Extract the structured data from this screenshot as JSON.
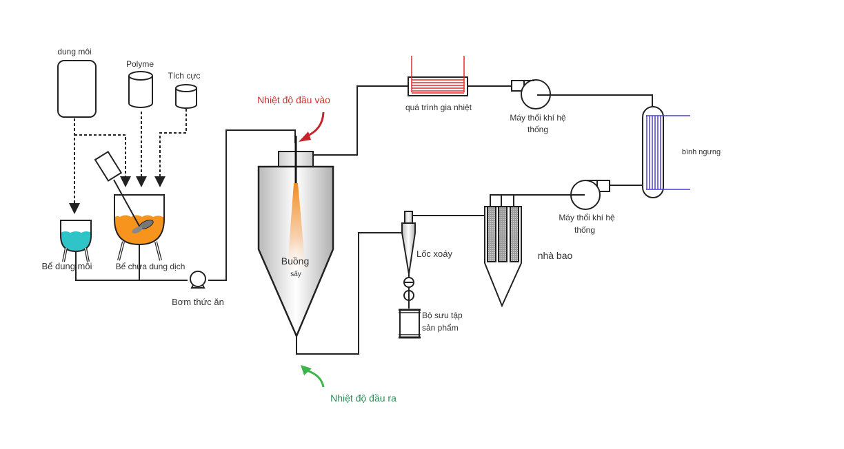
{
  "diagram": {
    "type": "process-flow",
    "title": "",
    "colors": {
      "line": "#222222",
      "solvent_liquid": "#2ec4c8",
      "solution_liquid": "#f7941d",
      "heater": "#e8262b",
      "condenser": "#4a3fd1",
      "inlet_label": "#d22d2d",
      "outlet_label": "#2e8b57",
      "outlet_arrow": "#3cb54a"
    },
    "labels": {
      "solvent_source": "dung môi",
      "polymer": "Polyme",
      "active": "Tích cực",
      "solvent_tank": "Bể dung môi",
      "solution_tank": "Bể chứa dung dịch",
      "feed_pump": "Bơm thức ăn",
      "inlet_temp": "Nhiệt độ đầu vào",
      "chamber_line1": "Buồng",
      "chamber_line2": "sấy",
      "outlet_temp": "Nhiệt độ đầu ra",
      "heating": "quá trình gia nhiệt",
      "blower_top_line1": "Máy thổi khí hệ",
      "blower_top_line2": "thống",
      "condenser": "bình ngưng",
      "blower_bottom_line1": "Máy thổi khí hệ",
      "blower_bottom_line2": "thống",
      "cyclone": "Lốc xoáy",
      "collector_line1": "Bộ sưu tập",
      "collector_line2": "sản phẩm",
      "baghouse": "nhà bao"
    },
    "nodes": [
      {
        "id": "solvent_source",
        "label": "dung môi"
      },
      {
        "id": "polymer",
        "label": "Polyme"
      },
      {
        "id": "active",
        "label": "Tích cực"
      },
      {
        "id": "solvent_tank",
        "label": "Bể dung môi"
      },
      {
        "id": "solution_tank",
        "label": "Bể chứa dung dịch"
      },
      {
        "id": "feed_pump",
        "label": "Bơm thức ăn"
      },
      {
        "id": "drying_chamber",
        "label": "Buồng sấy"
      },
      {
        "id": "heater",
        "label": "quá trình gia nhiệt"
      },
      {
        "id": "blower_top",
        "label": "Máy thổi khí hệ thống"
      },
      {
        "id": "condenser",
        "label": "bình ngưng"
      },
      {
        "id": "blower_bottom",
        "label": "Máy thổi khí hệ thống"
      },
      {
        "id": "baghouse",
        "label": "nhà bao"
      },
      {
        "id": "cyclone",
        "label": "Lốc xoáy"
      },
      {
        "id": "collector",
        "label": "Bộ sưu tập sản phẩm"
      }
    ],
    "edges": [
      {
        "from": "solvent_source",
        "to": "solvent_tank",
        "style": "dashed"
      },
      {
        "from": "solvent_source",
        "to": "solution_tank",
        "style": "dashed"
      },
      {
        "from": "polymer",
        "to": "solution_tank",
        "style": "dashed"
      },
      {
        "from": "active",
        "to": "solution_tank",
        "style": "dashed"
      },
      {
        "from": "solvent_tank",
        "to": "feed_pump",
        "style": "solid"
      },
      {
        "from": "solution_tank",
        "to": "feed_pump",
        "style": "solid"
      },
      {
        "from": "feed_pump",
        "to": "drying_chamber",
        "style": "solid"
      },
      {
        "from": "drying_chamber",
        "to": "heater",
        "style": "solid"
      },
      {
        "from": "heater",
        "to": "blower_top",
        "style": "solid"
      },
      {
        "from": "blower_top",
        "to": "condenser",
        "style": "solid"
      },
      {
        "from": "condenser",
        "to": "blower_bottom",
        "style": "solid"
      },
      {
        "from": "blower_bottom",
        "to": "baghouse",
        "style": "solid"
      },
      {
        "from": "baghouse",
        "to": "cyclone",
        "style": "solid"
      },
      {
        "from": "drying_chamber",
        "to": "cyclone",
        "style": "solid"
      },
      {
        "from": "cyclone",
        "to": "collector",
        "style": "solid"
      }
    ]
  }
}
